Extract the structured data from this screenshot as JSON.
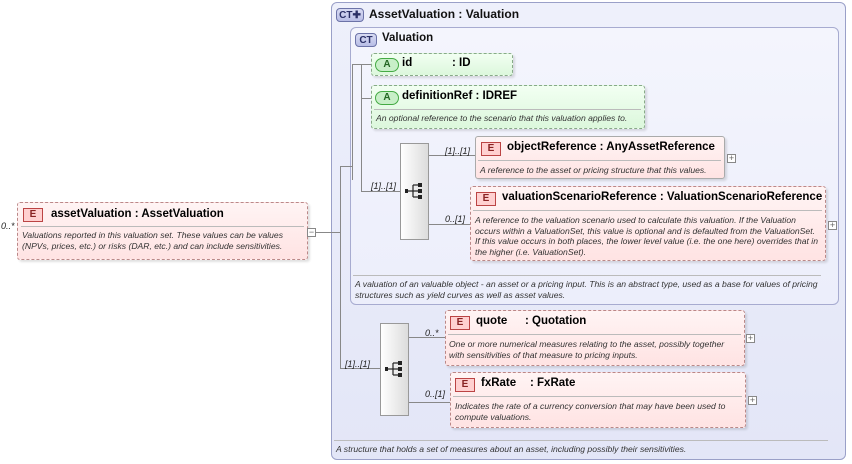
{
  "outer_type": {
    "badge": "CT",
    "name": "AssetValuation",
    "base": "Valuation",
    "doc": "A structure that holds a set of measures about an asset, including possibly their sensitivities."
  },
  "inner_type": {
    "badge": "CT",
    "name": "Valuation",
    "doc": "A valuation of an valuable object - an asset or a pricing input. This is an abstract type, used as a base for values of pricing structures such as yield curves as well as asset values."
  },
  "root_element": {
    "badge": "E",
    "cardinality": "0..*",
    "name": "assetValuation",
    "type": "AssetValuation",
    "doc": "Valuations reported in this valuation set. These values can be values (NPVs, prices, etc.) or risks (DAR, etc.) and can include sensitivities."
  },
  "attributes": [
    {
      "badge": "A",
      "name": "id",
      "type": "ID",
      "doc": ""
    },
    {
      "badge": "A",
      "name": "definitionRef",
      "type": "IDREF",
      "doc": "An optional reference to the scenario that this valuation applies to."
    }
  ],
  "inner_sequence": {
    "cardinality": "[1]..[1]",
    "elements": [
      {
        "badge": "E",
        "cardinality": "[1]..[1]",
        "name": "objectReference",
        "type": "AnyAssetReference",
        "doc": "A reference to the asset or pricing structure that this values."
      },
      {
        "badge": "E",
        "cardinality": "0..[1]",
        "name": "valuationScenarioReference",
        "type": "ValuationScenarioReference",
        "doc": "A reference to the valuation scenario used to calculate this valuation. If the Valuation occurs within a ValuationSet, this value is optional and is defaulted from the ValuationSet. If this value occurs in both places, the lower level value (i.e. the one here) overrides that in the higher (i.e. ValuationSet)."
      }
    ]
  },
  "outer_sequence": {
    "cardinality": "[1]..[1]",
    "elements": [
      {
        "badge": "E",
        "cardinality": "0..*",
        "name": "quote",
        "type": "Quotation",
        "doc": "One or more numerical measures relating to the asset, possibly together with sensitivities of that measure to pricing inputs."
      },
      {
        "badge": "E",
        "cardinality": "0..[1]",
        "name": "fxRate",
        "type": "FxRate",
        "doc": "Indicates the rate of a currency conversion that may have been used to compute valuations."
      }
    ]
  },
  "colors": {
    "element": "#ffe3e3",
    "attribute": "#dcf7dc",
    "complex_type": "#e3e6f7"
  },
  "icons": {
    "sequence": "sequence-compositor-icon",
    "expand": "plus-icon",
    "collapse": "minus-icon"
  }
}
